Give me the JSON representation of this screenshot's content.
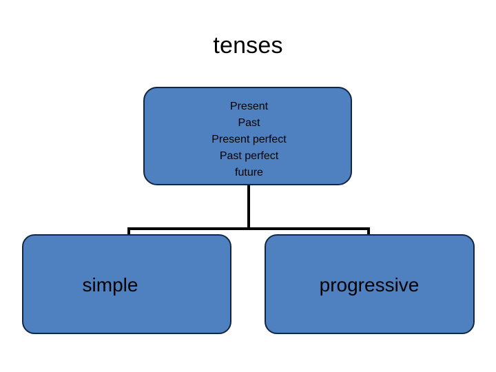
{
  "slide": {
    "title": "tenses",
    "background_color": "#ffffff"
  },
  "theme": {
    "node_fill": "#4f80c0",
    "node_outline": "#12263f",
    "connector_color": "#000000",
    "text_color": "#000000"
  },
  "diagram": {
    "type": "hierarchy",
    "root": {
      "name": "tense-forms-node",
      "lines": [
        "Present",
        "Past",
        "Present perfect",
        "Past perfect",
        "future"
      ]
    },
    "children": [
      {
        "name": "simple-node",
        "label": "simple"
      },
      {
        "name": "progressive-node",
        "label": "progressive"
      }
    ]
  }
}
